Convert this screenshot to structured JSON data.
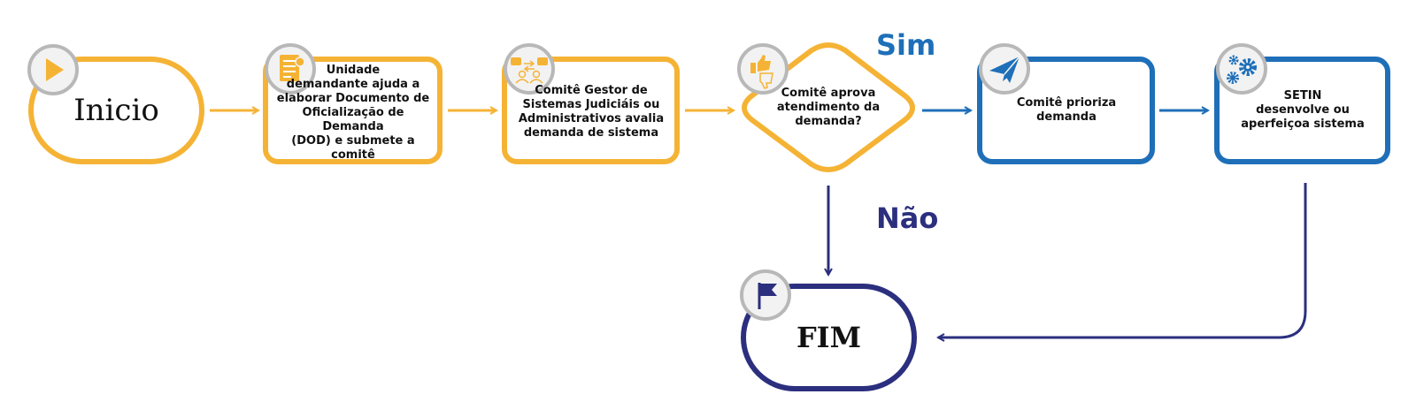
{
  "colors": {
    "yellow": "#F5B335",
    "blue": "#1E6FB8",
    "navy": "#2B2F7E",
    "circle_border": "#B8B8B8",
    "circle_fill": "#F2F2F2",
    "text": "#111111"
  },
  "nodes": {
    "start": {
      "label": "Inicio",
      "icon": "play-icon"
    },
    "step1": {
      "label": "Unidade\ndemandante ajuda a\nelaborar Documento de\nOficialização de Demanda\n(DOD) e submete a comitê",
      "icon": "document-checklist-icon"
    },
    "step2": {
      "label": "Comitê Gestor de\nSistemas Judiciáis ou\nAdministrativos avalia\ndemanda de sistema",
      "icon": "people-discussion-icon"
    },
    "decision": {
      "label": "Comitê aprova\natendimento da\ndemanda?",
      "icon": "thumbs-up-down-icon"
    },
    "step3": {
      "label": "Comitê prioriza\ndemanda",
      "icon": "paper-plane-icon"
    },
    "step4": {
      "label": "SETIN\ndesenvolve ou\naperfeiçoa sistema",
      "icon": "gears-icon"
    },
    "end": {
      "label": "FIM",
      "icon": "flag-icon"
    }
  },
  "branches": {
    "yes": "Sim",
    "no": "Não"
  }
}
